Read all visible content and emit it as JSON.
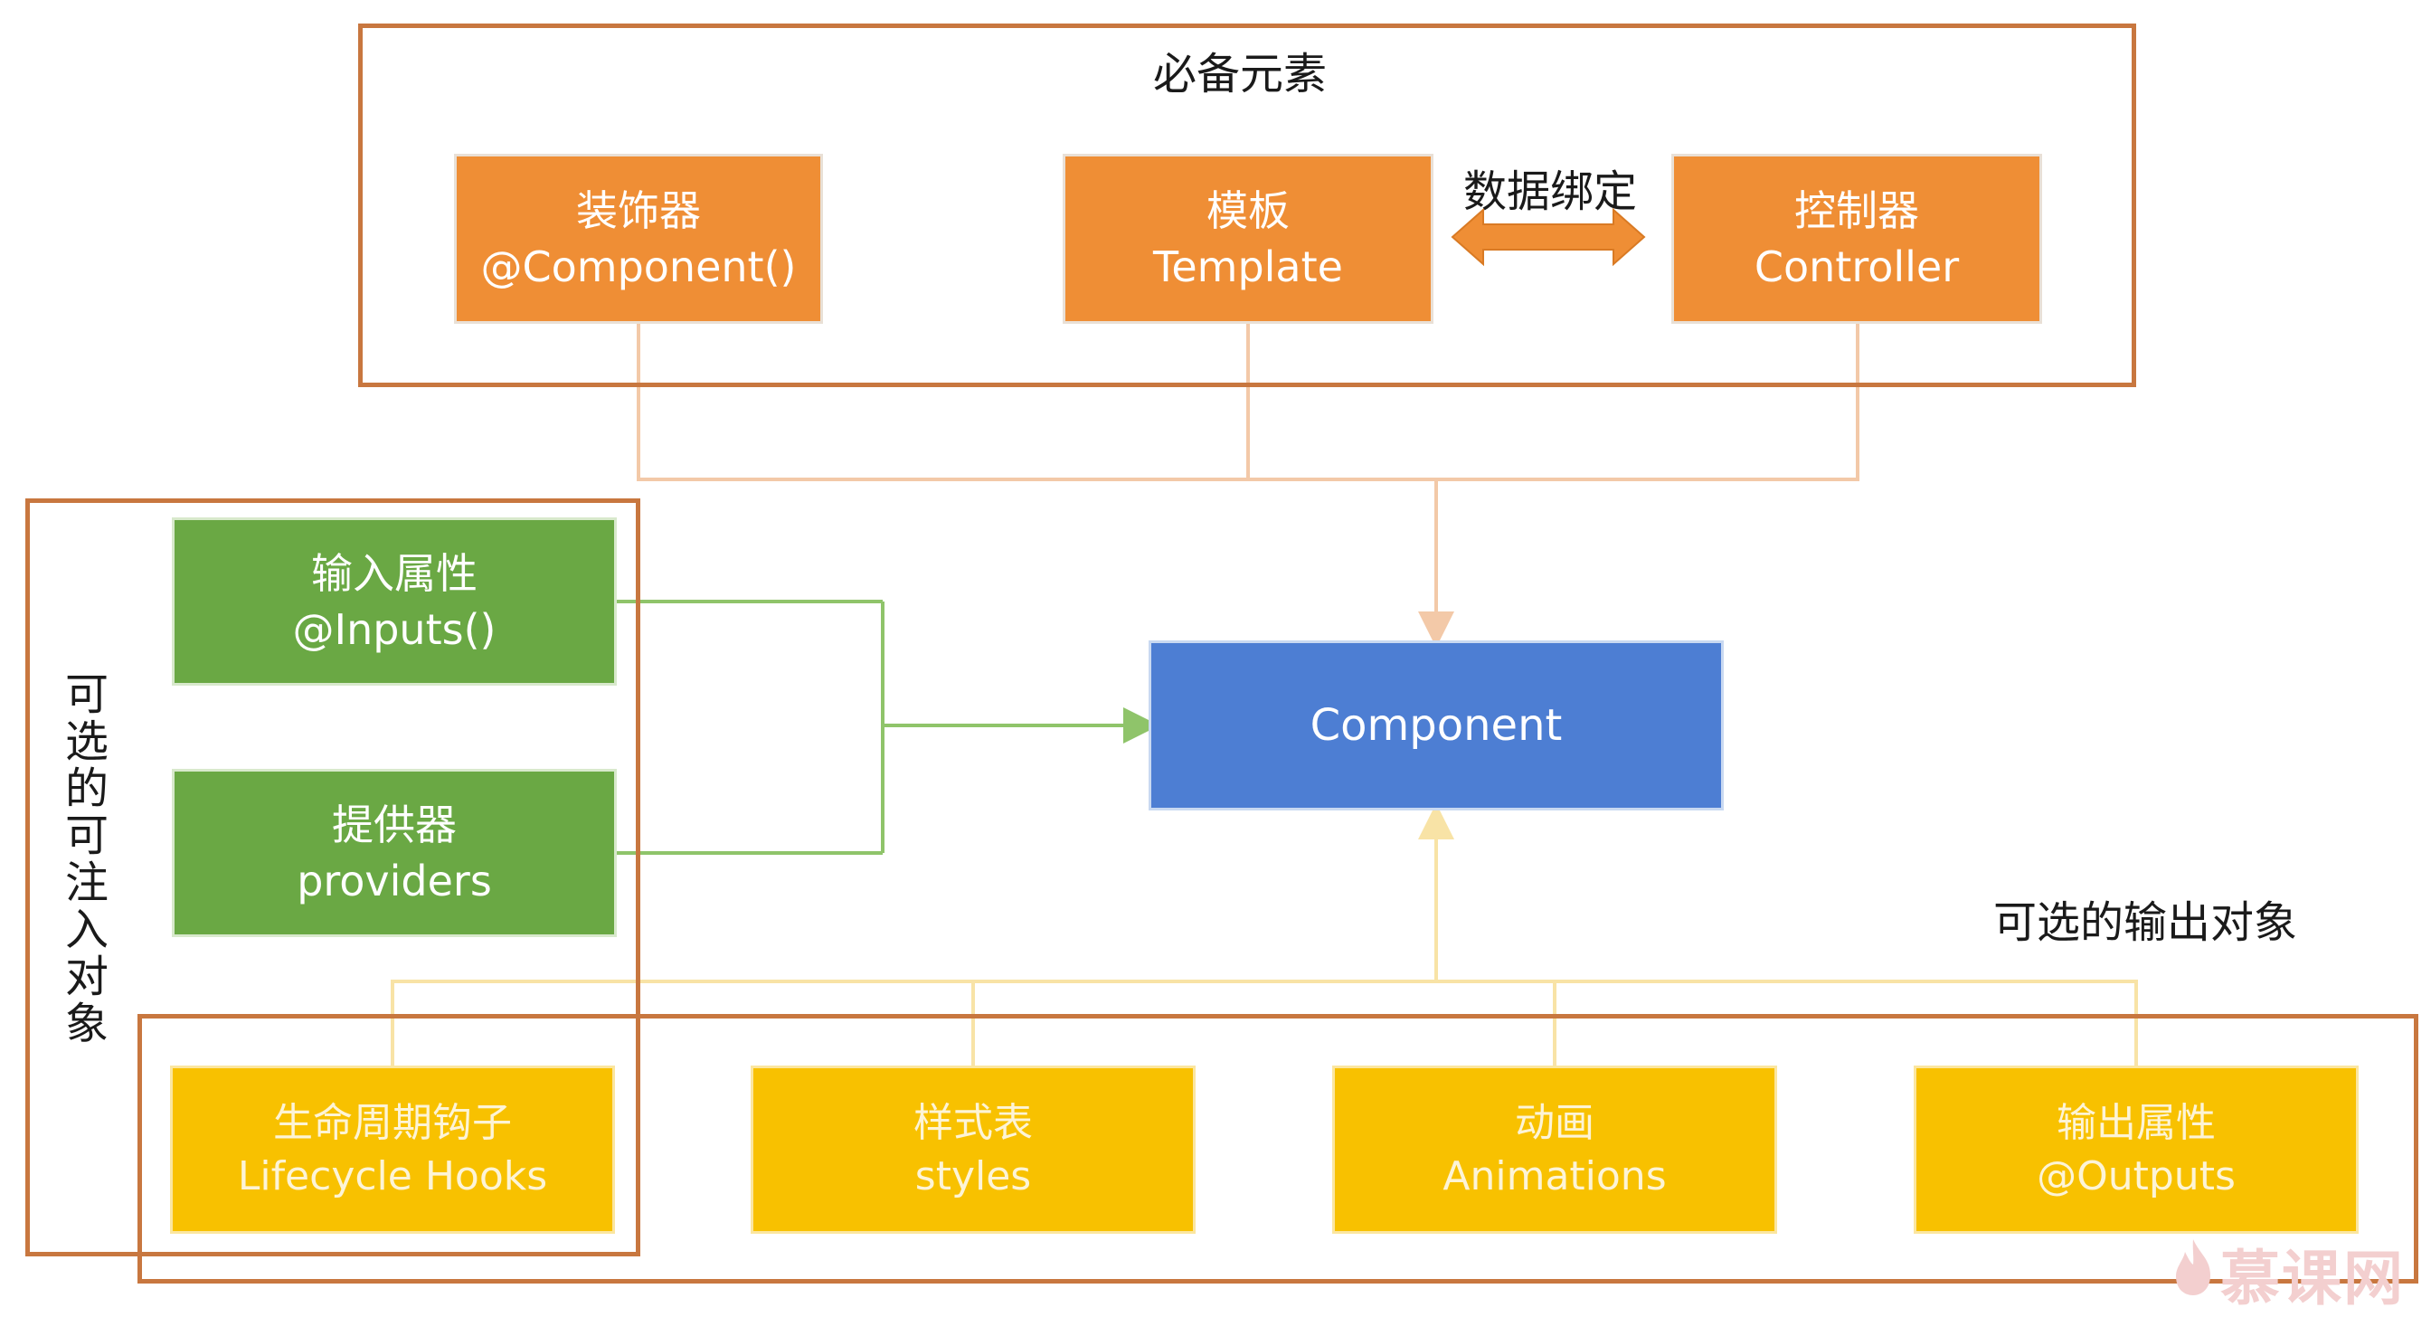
{
  "required_group": {
    "title": "必备元素"
  },
  "optional_inject_group": {
    "title": "可选的可注入对象"
  },
  "optional_output_group": {
    "title": "可选的输出对象"
  },
  "binding": {
    "label": "数据绑定"
  },
  "boxes": {
    "decorator": {
      "line1": "装饰器",
      "line2": "@Component()"
    },
    "template": {
      "line1": "模板",
      "line2": "Template"
    },
    "controller": {
      "line1": "控制器",
      "line2": "Controller"
    },
    "component": {
      "line1": "Component"
    },
    "inputs": {
      "line1": "输入属性",
      "line2": "@Inputs()"
    },
    "providers": {
      "line1": "提供器",
      "line2": "providers"
    },
    "lifecycle": {
      "line1": "生命周期钩子",
      "line2": "Lifecycle Hooks"
    },
    "styles": {
      "line1": "样式表",
      "line2": "styles"
    },
    "animations": {
      "line1": "动画",
      "line2": "Animations"
    },
    "outputs": {
      "line1": "输出属性",
      "line2": "@Outputs"
    }
  },
  "watermark": {
    "text": "慕课网"
  },
  "colors": {
    "frame": "#c8773f",
    "orange": "#ef8e35",
    "green": "#6aa844",
    "blue": "#4d7ed3",
    "yellow": "#f8c100",
    "orange_line": "#f3c9a8",
    "green_line": "#8fc46a",
    "yellow_line": "#f8e3a6"
  }
}
